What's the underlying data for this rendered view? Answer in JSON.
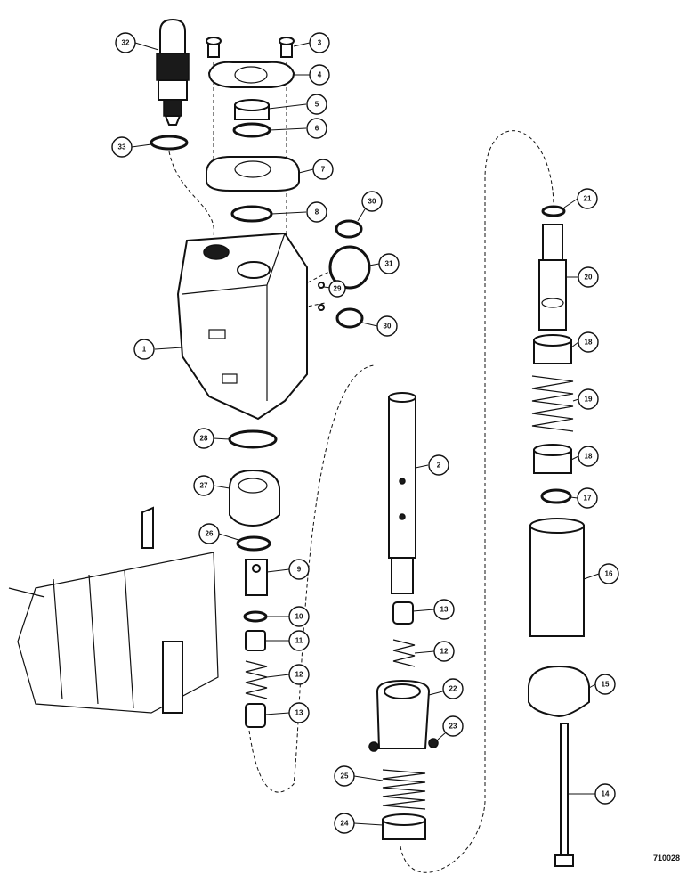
{
  "drawing_id": "710028",
  "callouts": [
    {
      "label": "1"
    },
    {
      "label": "2"
    },
    {
      "label": "3"
    },
    {
      "label": "4"
    },
    {
      "label": "5"
    },
    {
      "label": "6"
    },
    {
      "label": "7"
    },
    {
      "label": "8"
    },
    {
      "label": "9"
    },
    {
      "label": "10"
    },
    {
      "label": "11"
    },
    {
      "label": "12"
    },
    {
      "label": "13"
    },
    {
      "label": "12"
    },
    {
      "label": "13"
    },
    {
      "label": "14"
    },
    {
      "label": "15"
    },
    {
      "label": "16"
    },
    {
      "label": "17"
    },
    {
      "label": "18"
    },
    {
      "label": "19"
    },
    {
      "label": "18"
    },
    {
      "label": "20"
    },
    {
      "label": "21"
    },
    {
      "label": "22"
    },
    {
      "label": "23"
    },
    {
      "label": "24"
    },
    {
      "label": "25"
    },
    {
      "label": "26"
    },
    {
      "label": "27"
    },
    {
      "label": "28"
    },
    {
      "label": "29"
    },
    {
      "label": "30"
    },
    {
      "label": "30"
    },
    {
      "label": "31"
    },
    {
      "label": "32"
    },
    {
      "label": "33"
    }
  ]
}
